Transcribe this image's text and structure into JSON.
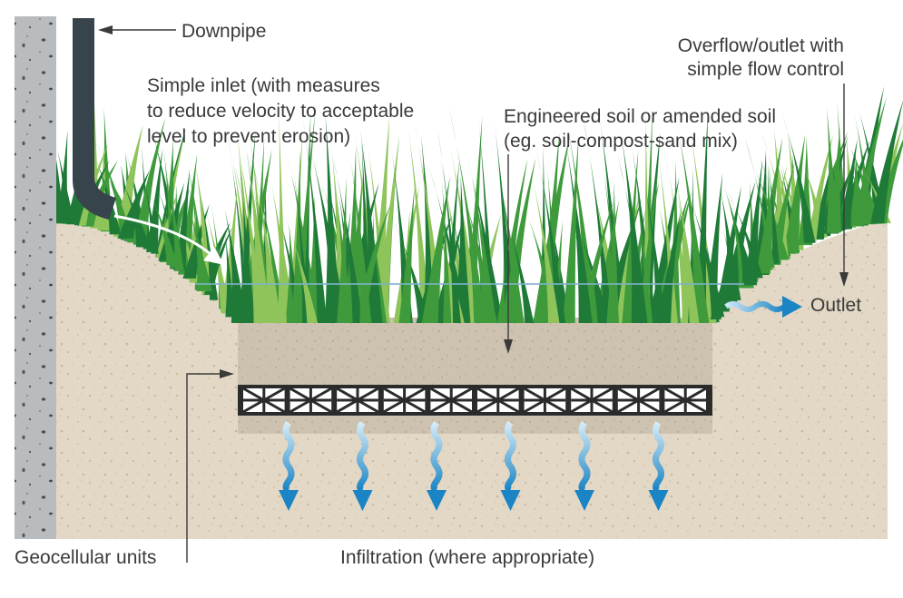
{
  "labels": {
    "downpipe": "Downpipe",
    "inlet_line1": "Simple inlet (with measures",
    "inlet_line2": "to reduce velocity to acceptable",
    "inlet_line3": "level to prevent erosion)",
    "overflow_line1": "Overflow/outlet with",
    "overflow_line2": "simple flow control",
    "soil_line1": "Engineered soil or amended soil",
    "soil_line2": "(eg. soil-compost-sand mix)",
    "outlet": "Outlet",
    "geocellular": "Geocellular units",
    "infiltration": "Infiltration (where appropriate)"
  },
  "colors": {
    "wall": "#b9bcbe",
    "soil": "#e3d8c6",
    "engineered_soil": "#cdc2b0",
    "pipe": "#38444c",
    "grass_dark": "#1f7a38",
    "grass_mid": "#3f9a3c",
    "grass_light": "#8fc45a",
    "water": "#1a84c4",
    "geocell": "#2b2b2b"
  },
  "geocellular_units": 10,
  "infiltration_arrows": 6
}
